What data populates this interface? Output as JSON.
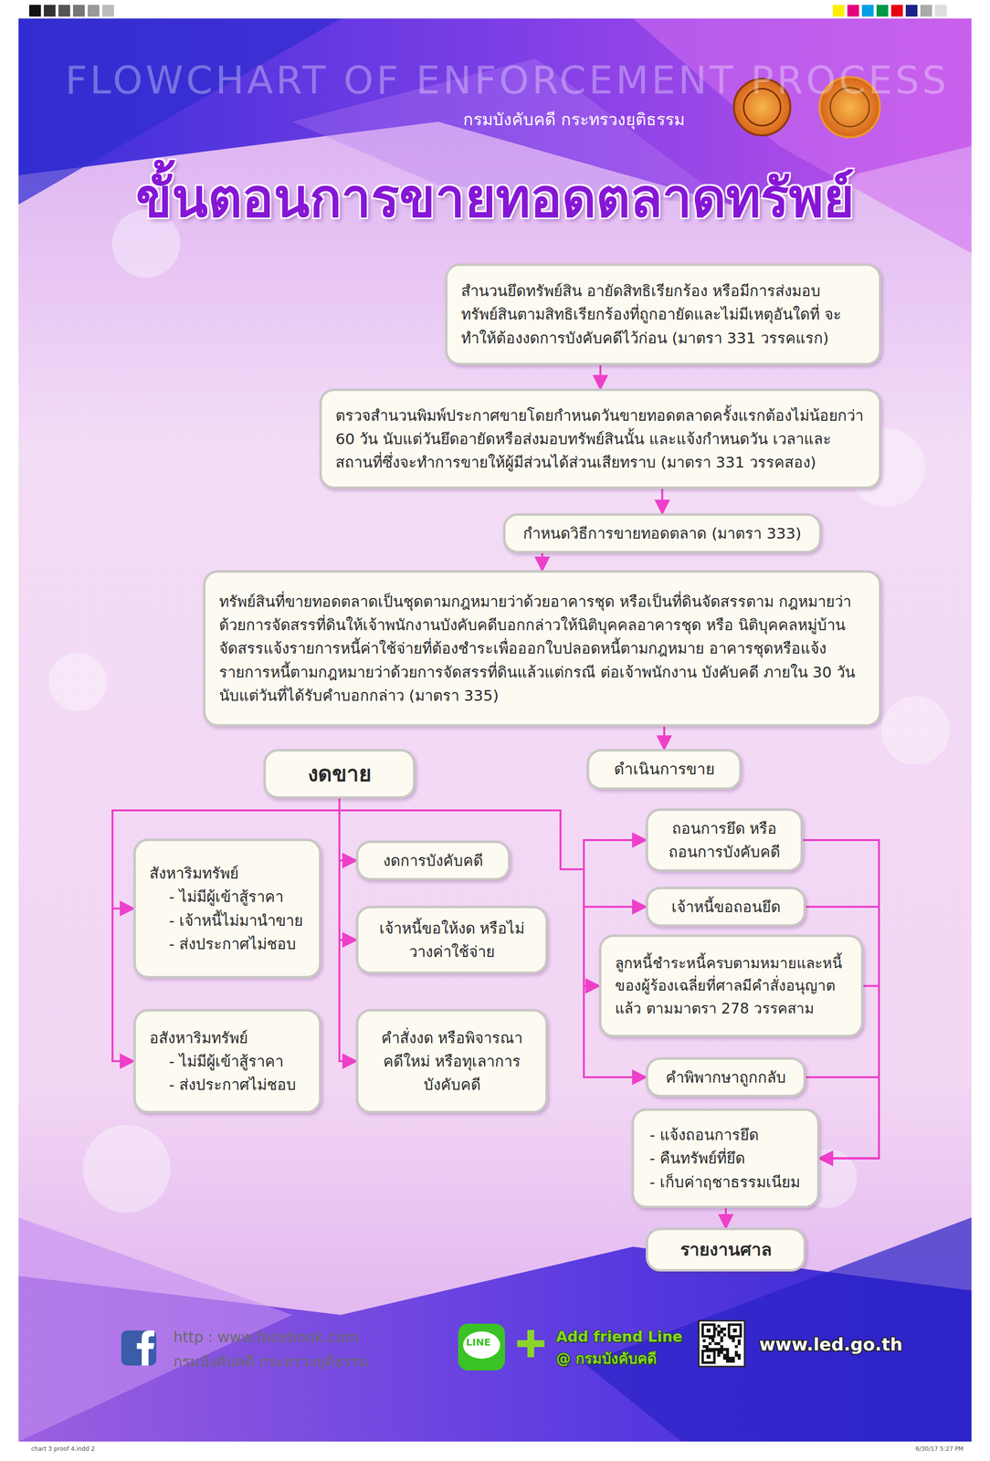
{
  "diagram": {
    "title": "ขั้นตอนการขายทอดตลาดทรัพย์",
    "nodes": [
      {
        "text": [
          "สำนวนยึดทรัพย์สิน อายัดสิทธิเรียกร้อง หรือมีการส่งมอบ ทรัพย์สินตามสิทธิเรียกร้องที่ถูกอายัดและไม่มีเหตุอันใดที่ จะทำให้ต้องงดการบังคับคดีไว้ก่อน (มาตรา 331 วรรคแรก)"
        ]
      },
      {
        "text": [
          "ตรวจสำนวนพิมพ์ประกาศขายโดยกำหนดวันขายทอดตลาดครั้งแรกต้องไม่น้อยกว่า 60 วัน นับแต่วันยึดอายัดหรือส่งมอบทรัพย์สินนั้น และแจ้งกำหนดวัน เวลาและ สถานที่ซึ่งจะทำการขายให้ผู้มีส่วนได้ส่วนเสียทราบ (มาตรา 331 วรรคสอง)"
        ]
      },
      {
        "text": [
          "กำหนดวิธีการขายทอดตลาด (มาตรา 333)"
        ]
      },
      {
        "text": [
          "ทรัพย์สินที่ขายทอดตลาดเป็นชุดตามกฎหมายว่าด้วยอาคารชุด หรือเป็นที่ดินจัดสรรตาม กฎหมายว่าด้วยการจัดสรรที่ดินให้เจ้าพนักงานบังคับคดีบอกกล่าวให้นิติบุคคลอาคารชุด หรือ นิติบุคคลหมู่บ้านจัดสรรแจ้งรายการหนี้ค่าใช้จ่ายที่ต้องชำระเพื่อออกใบปลอดหนี้ตามกฎหมาย อาคารชุดหรือแจ้งรายการหนี้ตามกฎหมายว่าด้วยการจัดสรรที่ดินแล้วแต่กรณี ต่อเจ้าพนักงาน บังคับคดี ภายใน 30 วัน นับแต่วันที่ได้รับคำบอกกล่าว (มาตรา 335)"
        ]
      },
      {
        "text": [
          "งดขาย"
        ]
      },
      {
        "text": [
          "ดำเนินการขาย"
        ]
      },
      {
        "text": [
          "สังหาริมทรัพย์",
          "- ไม่มีผู้เข้าสู้ราคา",
          "- เจ้าหนี้ไม่มานำขาย",
          "- ส่งประกาศไม่ชอบ"
        ]
      },
      {
        "text": [
          "งดการบังคับคดี"
        ]
      },
      {
        "text": [
          "เจ้าหนี้ขอให้งด หรือไม่วางค่าใช้จ่าย"
        ]
      },
      {
        "text": [
          "อสังหาริมทรัพย์",
          "- ไม่มีผู้เข้าสู้ราคา",
          "- ส่งประกาศไม่ชอบ"
        ]
      },
      {
        "text": [
          "คำสั่งงด หรือพิจารณาคดีใหม่ หรือทุเลาการบังคับคดี"
        ]
      },
      {
        "text": [
          "ถอนการยึด หรือ ถอนการบังคับคดี"
        ]
      },
      {
        "text": [
          "เจ้าหนี้ขอถอนยึด"
        ]
      },
      {
        "text": [
          "ลูกหนี้ชำระหนี้ครบตามหมายและหนี้ ของผู้ร้องเฉลี่ยที่ศาลมีคำสั่งอนุญาตแล้ว ตามมาตรา 278 วรรคสาม"
        ]
      },
      {
        "text": [
          "คำพิพากษาถูกกลับ"
        ]
      },
      {
        "text": [
          "- แจ้งถอนการยึด",
          "- คืนทรัพย์ที่ยึด",
          "- เก็บค่าฤชาธรรมเนียม"
        ]
      },
      {
        "text": [
          "รายงานศาล"
        ]
      }
    ],
    "edges": [
      {
        "from": 0,
        "to": 1,
        "arrow": "to"
      },
      {
        "from": 1,
        "to": 2,
        "arrow": "to"
      },
      {
        "from": 2,
        "to": 3,
        "arrow": "to"
      },
      {
        "from": 3,
        "to": 5,
        "arrow": "to"
      },
      {
        "from": 4,
        "to": 6,
        "arrow": "to"
      },
      {
        "from": 4,
        "to": 9,
        "arrow": "to"
      },
      {
        "from": 4,
        "to": 7,
        "arrow": "to"
      },
      {
        "from": 4,
        "to": 8,
        "arrow": "to"
      },
      {
        "from": 4,
        "to": 10,
        "arrow": "to"
      },
      {
        "from": 4,
        "to": 11,
        "arrow": "to"
      },
      {
        "from": 4,
        "to": 12,
        "arrow": "to"
      },
      {
        "from": 4,
        "to": 13,
        "arrow": "to"
      },
      {
        "from": 4,
        "to": 14,
        "arrow": "to"
      },
      {
        "from": 11,
        "to": 15,
        "arrow": "to"
      },
      {
        "from": 12,
        "to": 15,
        "arrow": "to"
      },
      {
        "from": 13,
        "to": 15,
        "arrow": "to"
      },
      {
        "from": 14,
        "to": 15,
        "arrow": "to"
      },
      {
        "from": 15,
        "to": 16,
        "arrow": "to"
      }
    ],
    "labels": [
      "FLOWCHART OF ENFORCEMENT PROCESS",
      "กรมบังคับคดี กระทรวงยุติธรรม",
      "http : www.facebook.com",
      "กรมบังคับคดี กระทรวงยุติธรรม",
      "LINE",
      "Add friend Line",
      "@ กรมบังคับคดี",
      "www.led.go.th",
      "chart 3 proof 4.indd 2",
      "6/30/17 5:27 PM"
    ]
  }
}
